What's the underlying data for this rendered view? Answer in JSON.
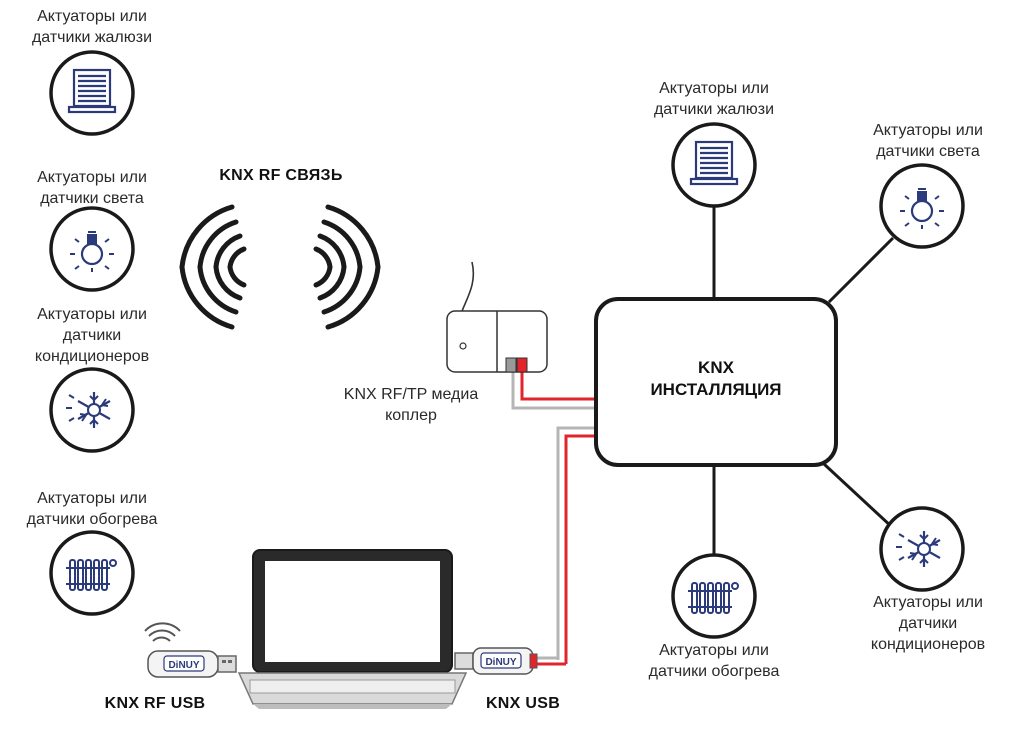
{
  "title": "KNX RF СВЯЗЬ",
  "center": {
    "line1": "KNX",
    "line2": "ИНСТАЛЛЯЦИЯ"
  },
  "coupler": {
    "line1": "KNX RF/TP медиа",
    "line2": "коплер"
  },
  "usb": {
    "rf_label": "KNX RF USB",
    "knx_label": "KNX USB",
    "brand": "DiNUY"
  },
  "left_devices": [
    {
      "line1": "Актуаторы или",
      "line2": "датчики жалюзи",
      "icon": "blinds-icon"
    },
    {
      "line1": "Актуаторы или",
      "line2": "датчики света",
      "icon": "light-bulb-icon"
    },
    {
      "line1": "Актуаторы или",
      "line2": "датчики",
      "line3": "кондиционеров",
      "icon": "snowflake-sun-icon"
    },
    {
      "line1": "Актуаторы или",
      "line2": "датчики обогрева",
      "icon": "radiator-icon"
    }
  ],
  "right_devices": [
    {
      "line1": "Актуаторы или",
      "line2": "датчики жалюзи",
      "icon": "blinds-icon"
    },
    {
      "line1": "Актуаторы или",
      "line2": "датчики света",
      "icon": "light-bulb-icon"
    },
    {
      "line1": "Актуаторы или",
      "line2": "датчики обогрева",
      "icon": "radiator-icon"
    },
    {
      "line1": "Актуаторы или",
      "line2": "датчики",
      "line3": "кондиционеров",
      "icon": "snowflake-sun-icon"
    }
  ],
  "colors": {
    "ink": "#1a1a1a",
    "icon": "#2b3a7a",
    "bus_red": "#e0262b",
    "bus_grey": "#b5b5b5"
  }
}
